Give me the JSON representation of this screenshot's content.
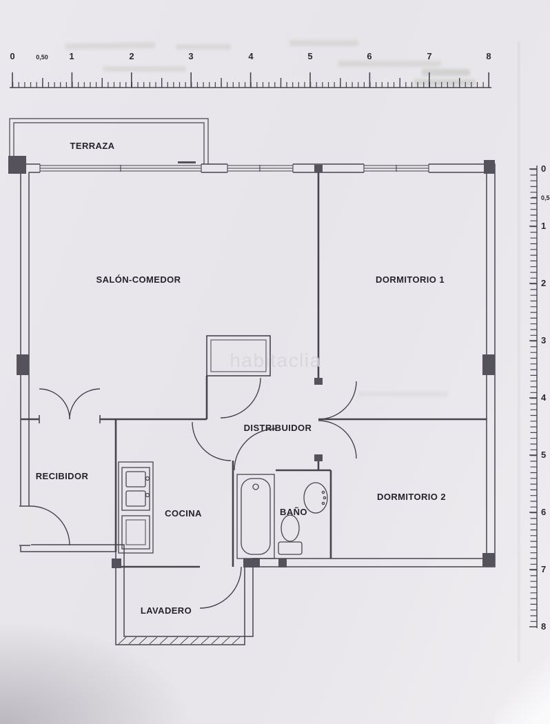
{
  "watermark": {
    "text": "habitaclia"
  },
  "rooms": {
    "terraza": "TERRAZA",
    "salon_comedor": "SALÓN-COMEDOR",
    "dormitorio1": "DORMITORIO 1",
    "distribuidor": "DISTRIBUIDOR",
    "recibidor": "RECIBIDOR",
    "cocina": "COCINA",
    "bano": "BAÑO",
    "dormitorio2": "DORMITORIO 2",
    "lavadero": "LAVADERO"
  },
  "ruler_top": {
    "unit_labels": [
      "0",
      "0,50",
      "1",
      "2",
      "3",
      "4",
      "5",
      "6",
      "7",
      "8"
    ]
  },
  "ruler_right": {
    "unit_labels": [
      "0",
      "0,5",
      "1",
      "2",
      "3",
      "4",
      "5",
      "6",
      "7",
      "8"
    ]
  },
  "colors": {
    "paper": "#e8e6e9",
    "line": "#45444d",
    "wall_fill": "#54535c",
    "label_text": "#23232a",
    "watermark": "#d7d5da",
    "ruler_text": "#2a2a30"
  }
}
